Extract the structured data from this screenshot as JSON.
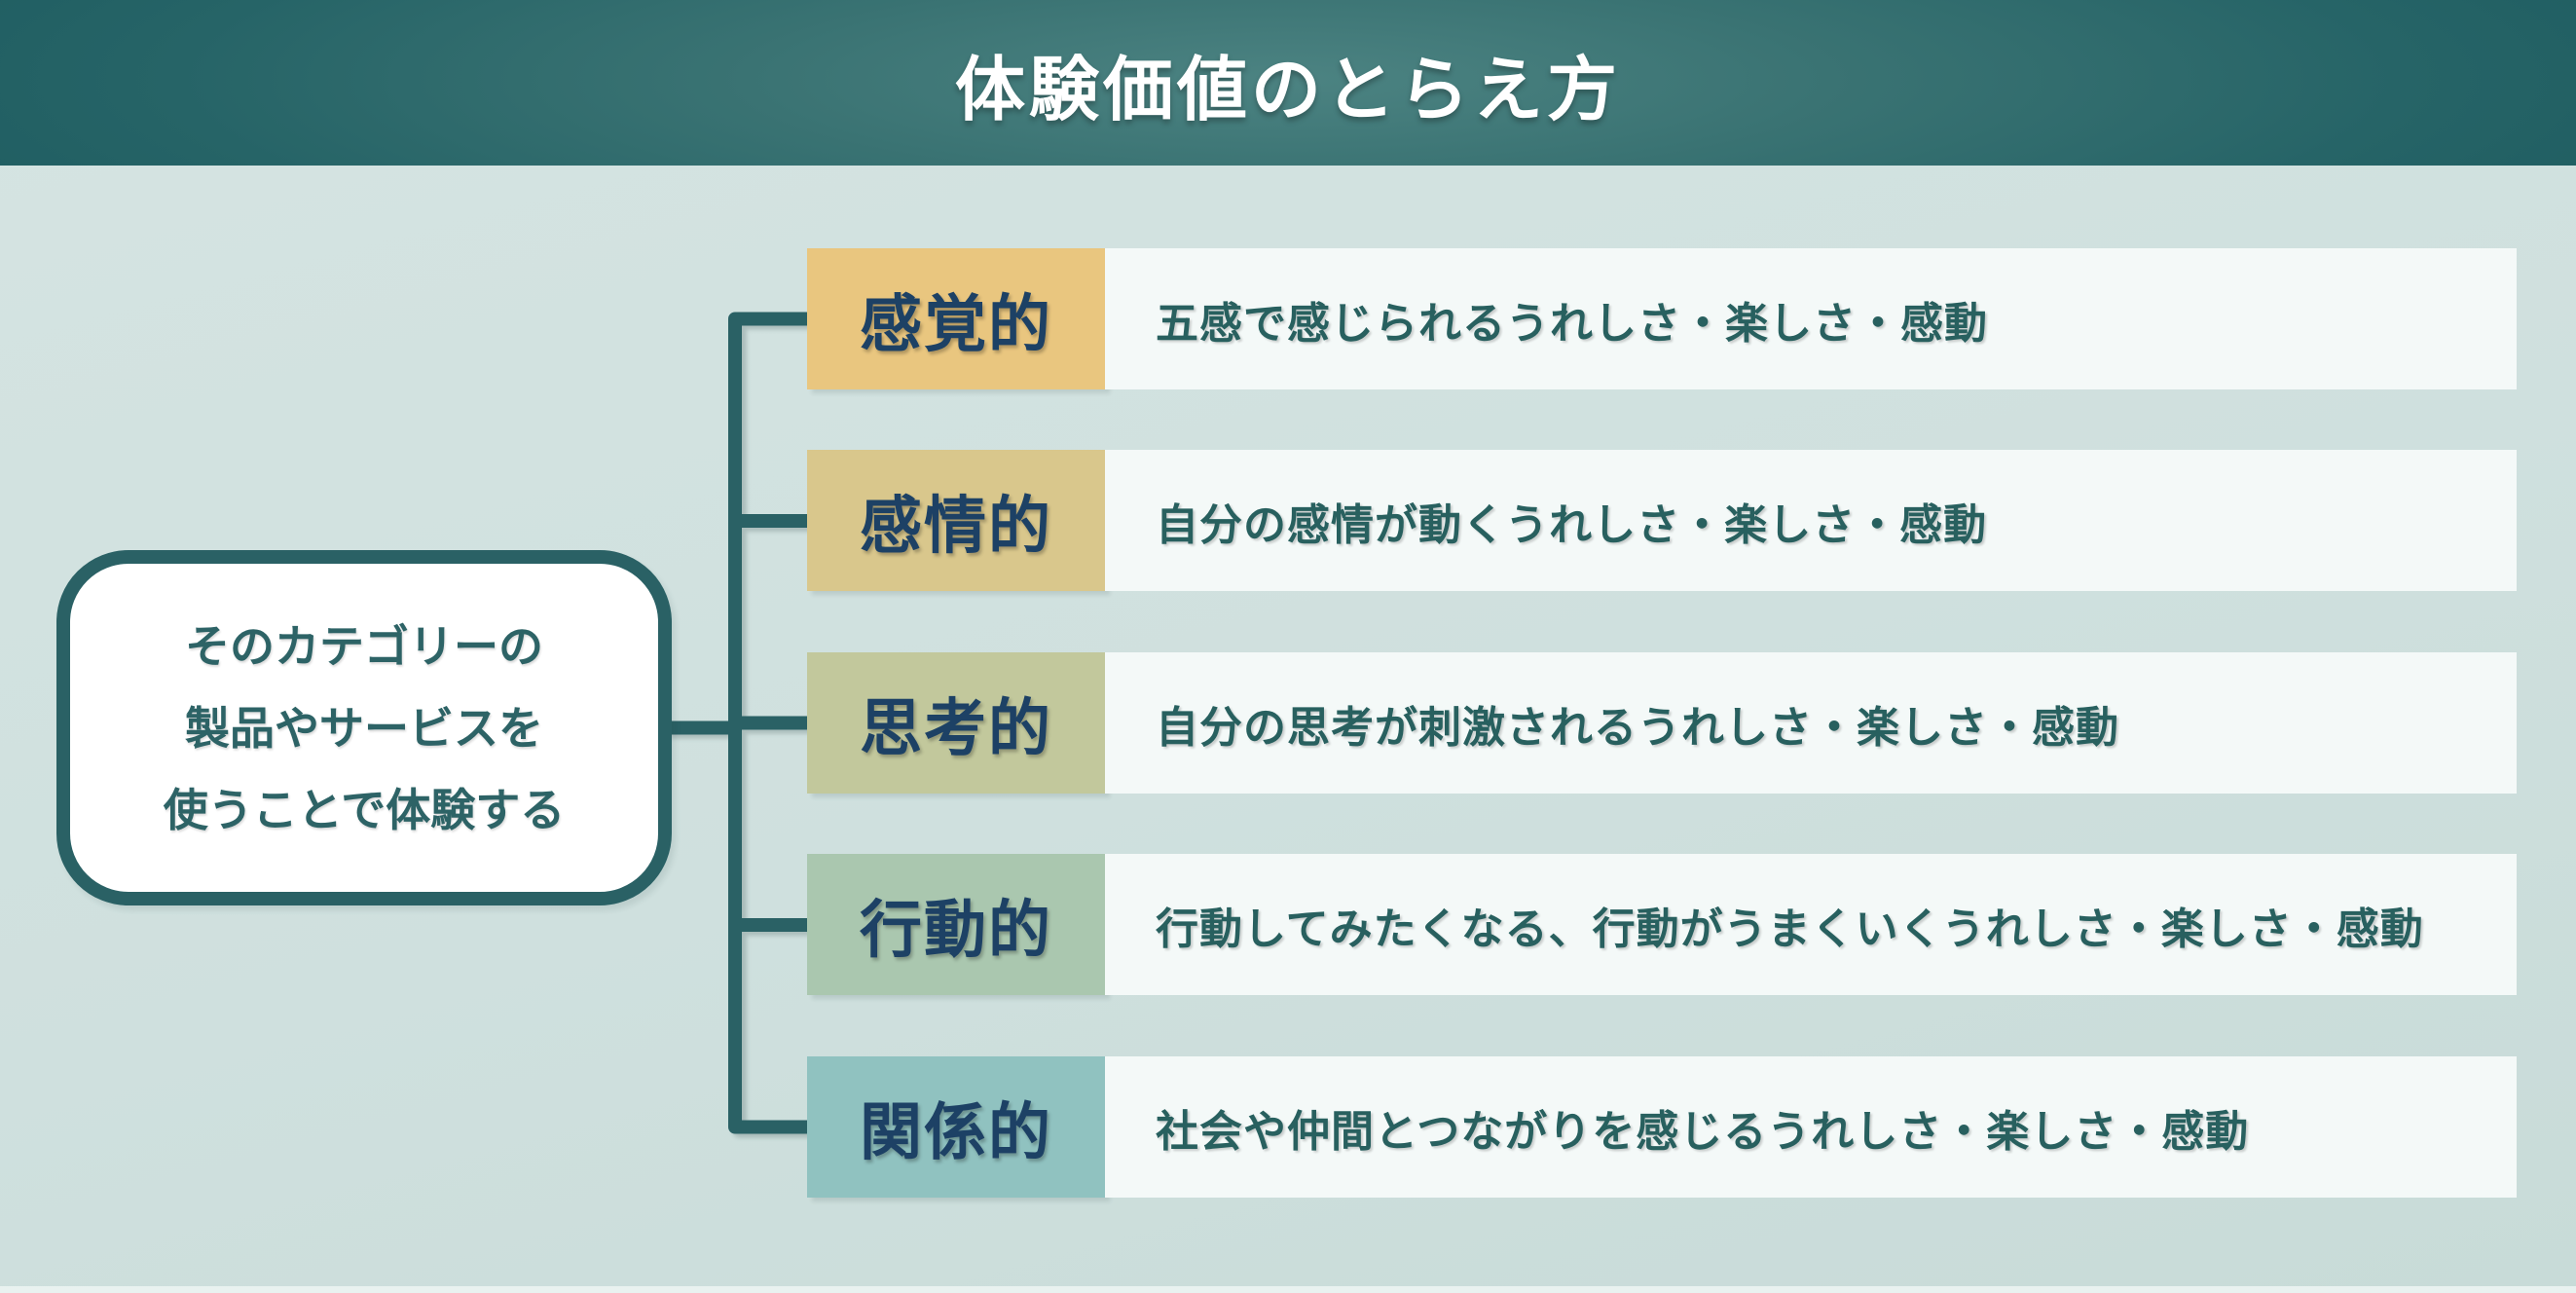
{
  "header": {
    "title": "体験価値のとらえ方"
  },
  "source_box": {
    "line1": "そのカテゴリーの",
    "line2": "製品やサービスを",
    "line3": "使うことで体験する"
  },
  "rows": [
    {
      "label": "感覚的",
      "description": "五感で感じられるうれしさ・楽しさ・感動",
      "label_color": "#e9c67f"
    },
    {
      "label": "感情的",
      "description": "自分の感情が動くうれしさ・楽しさ・感動",
      "label_color": "#d9c78c"
    },
    {
      "label": "思考的",
      "description": "自分の思考が刺激されるうれしさ・楽しさ・感動",
      "label_color": "#c2c89c"
    },
    {
      "label": "行動的",
      "description": "行動してみたくなる、行動がうまくいくうれしさ・楽しさ・感動",
      "label_color": "#aac7af"
    },
    {
      "label": "関係的",
      "description": "社会や仲間とつながりを感じるうれしさ・楽しさ・感動",
      "label_color": "#90c2c0"
    }
  ],
  "colors": {
    "header_teal": "#256367",
    "background": "#cfe0de",
    "connector": "#2a6165",
    "bar_background": "#f4f9f8",
    "label_text": "#1d4165",
    "description_text": "#28605f",
    "box_text": "#2d6366"
  }
}
